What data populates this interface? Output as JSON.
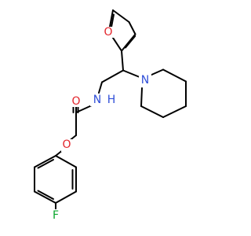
{
  "molecule": {
    "atoms": [
      {
        "label": "O",
        "color": "#e3242b"
      },
      {
        "label": "O",
        "color": "#e3242b"
      },
      {
        "label": "N",
        "color": "#2f4ed8"
      },
      {
        "label": "H",
        "color": "#2f4ed8"
      },
      {
        "label": "N",
        "color": "#2f4ed8"
      },
      {
        "label": "O",
        "color": "#e3242b"
      },
      {
        "label": "F",
        "color": "#0aa52c"
      }
    ],
    "bond_color": "#000000"
  }
}
